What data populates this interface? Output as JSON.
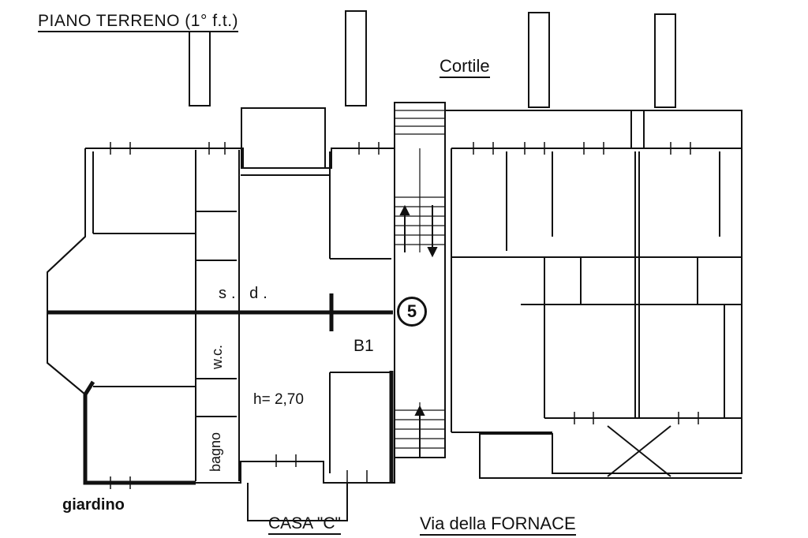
{
  "plan": {
    "title": "PIANO TERRENO   (1° f.t.)",
    "courtyard_label": "Cortile",
    "room_labels": {
      "sd": "s. d.",
      "wc": "w.c.",
      "b1": "B1",
      "height": "h= 2,70",
      "bagno": "bagno"
    },
    "stair_number": "5",
    "garden_label": "giardino",
    "building_label": "CASA \"C\"",
    "street_label": "Via  della FORNACE"
  },
  "colors": {
    "line": "#111111",
    "background": "#ffffff"
  }
}
